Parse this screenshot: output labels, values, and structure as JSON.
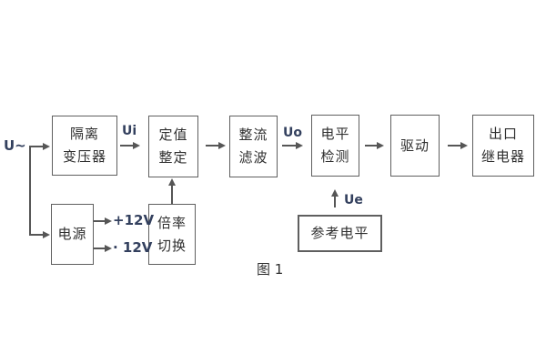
{
  "figure": {
    "caption": "图 1"
  },
  "labels": {
    "input": "U~",
    "ui": "Ui",
    "uo": "Uo",
    "ue": "Ue",
    "plus_12v": "+12V",
    "minus_12v": "· 12V"
  },
  "blocks": {
    "isolation_transformer": {
      "line1": "隔离",
      "line2": "变压器"
    },
    "setpoint": {
      "line1": "定值",
      "line2": "整定"
    },
    "rectifier_filter": {
      "line1": "整流",
      "line2": "滤波"
    },
    "level_detector": {
      "line1": "电平",
      "line2": "检测"
    },
    "driver": {
      "line1": "驱动"
    },
    "output_relay": {
      "line1": "出口",
      "line2": "继电器"
    },
    "power_supply": {
      "line1": "电源"
    },
    "ratio_switch": {
      "line1": "倍率",
      "line2": "切换"
    },
    "reference_level": {
      "line1": "参考电平"
    }
  },
  "colors": {
    "line": "#565656",
    "box_border": "#5f5f5f",
    "block_text": "#2f2f2f",
    "signal_label": "#33405e",
    "background": "#ffffff"
  }
}
